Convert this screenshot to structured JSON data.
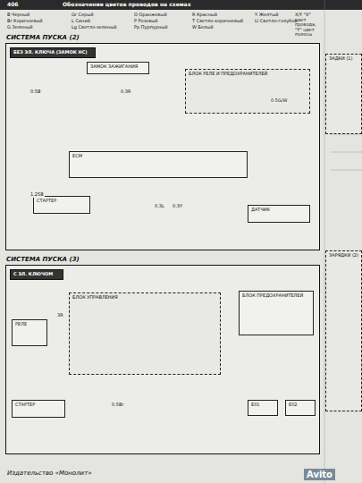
{
  "diagram": {
    "title": "СИСТЕМА ПУСКА (2)",
    "nodes": [
      {
        "text": [
          "СИСТЕМА ПУСКА (2)"
        ]
      },
      {
        "text": [
          "БЕЗ ЭЛ. КЛЮЧА (ЗАМОК НС)"
        ],
        "in": 0
      },
      {
        "text": [
          "ЗАМОК ЗАЖИГАНИЯ"
        ],
        "in": 0
      },
      {
        "text": [
          "ECM"
        ],
        "in": 0
      },
      {
        "text": [
          "БЛОК РЕЛЕ И ПРЕДОХРАНИТЕЛЕЙ"
        ],
        "in": 0
      },
      {
        "text": [
          "СТАРТЕР"
        ],
        "in": 0
      },
      {
        "text": [
          "ДАТЧИК"
        ],
        "in": 0
      },
      {
        "text": [
          "СИСТЕМА ПУСКА (3)"
        ]
      },
      {
        "text": [
          "С ЭЛ. КЛЮЧОМ"
        ],
        "in": 7
      },
      {
        "text": [
          "БЛОК УПРАВЛЕНИЯ"
        ],
        "in": 7
      },
      {
        "text": [
          "БЛОК ПРЕДОХРАНИТЕЛЕЙ"
        ],
        "in": 7
      },
      {
        "text": [
          "РЕЛЕ"
        ],
        "in": 7
      },
      {
        "text": [
          "E01"
        ],
        "in": 7
      },
      {
        "text": [
          "E02"
        ],
        "in": 7
      },
      {
        "text": [
          "СТАРТЕР"
        ],
        "in": 7
      },
      {
        "text": [
          "ЗАДКИ (1)"
        ]
      },
      {
        "text": [
          "ЗАРЯДКИ (2)"
        ]
      }
    ],
    "edges": [
      {
        "from": 2,
        "to": 3,
        "arrow": "none"
      },
      {
        "from": 4,
        "to": 3,
        "arrow": "none"
      },
      {
        "from": 3,
        "to": 5,
        "arrow": "none"
      },
      {
        "from": 3,
        "to": 6,
        "arrow": "none"
      },
      {
        "from": 9,
        "to": 10,
        "arrow": "none"
      },
      {
        "from": 11,
        "to": 9,
        "arrow": "none"
      },
      {
        "from": 9,
        "to": 12,
        "arrow": "none"
      },
      {
        "from": 9,
        "to": 13,
        "arrow": "none"
      },
      {
        "from": 14,
        "to": 9,
        "arrow": "none"
      }
    ],
    "labels": [
      "406",
      "Обозначение цветов проводов на схемах",
      "B Черный",
      "Br Коричневый",
      "G Зеленый",
      "Gr Серый",
      "L Синий",
      "Lg Светло-зеленый",
      "O Оранжевый",
      "P Розовый",
      "Pp Пурпурный",
      "R Красный",
      "T Светло-коричневый",
      "W Белый",
      "Y Желтый",
      "Ll Светло-голубой",
      "X/Y \"X\" цвет провода, \"Y\" цвет полосы",
      "0.5B",
      "0.3R",
      "0.5G/W",
      "0.3L",
      "1.25B",
      "0.3Y",
      "3R",
      "0.5Br",
      "Издательство «Монолит»",
      "Avito"
    ]
  }
}
